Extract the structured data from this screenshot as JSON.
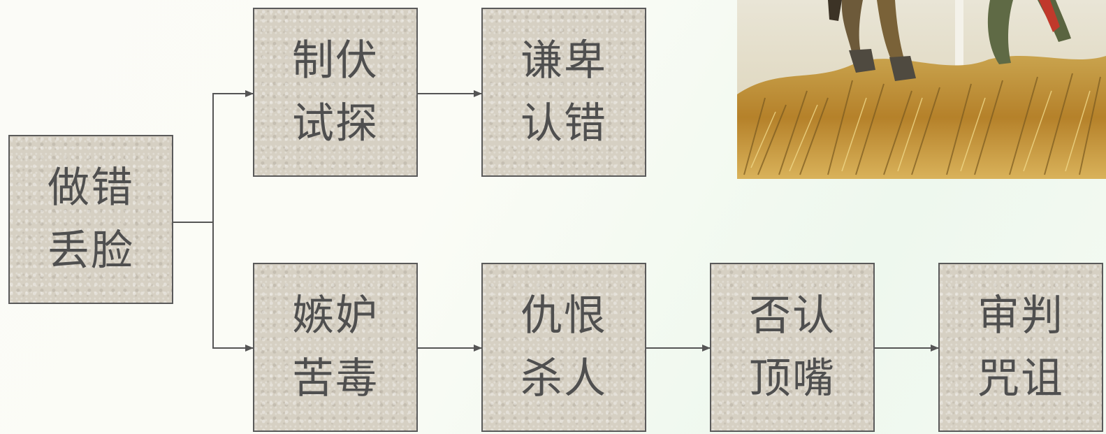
{
  "diagram": {
    "root": {
      "line1": "做错",
      "line2": "丢脸"
    },
    "upper_branch": [
      {
        "line1": "制伏",
        "line2": "试探"
      },
      {
        "line1": "谦卑",
        "line2": "认错"
      }
    ],
    "lower_branch": [
      {
        "line1": "嫉妒",
        "line2": "苦毒"
      },
      {
        "line1": "仇恨",
        "line2": "杀人"
      },
      {
        "line1": "否认",
        "line2": "顶嘴"
      },
      {
        "line1": "审判",
        "line2": "咒诅"
      }
    ]
  },
  "colors": {
    "box_fill": "#d6d0c3",
    "box_border": "#5a5a5a",
    "text": "#4f4f4f",
    "connector": "#555555"
  }
}
